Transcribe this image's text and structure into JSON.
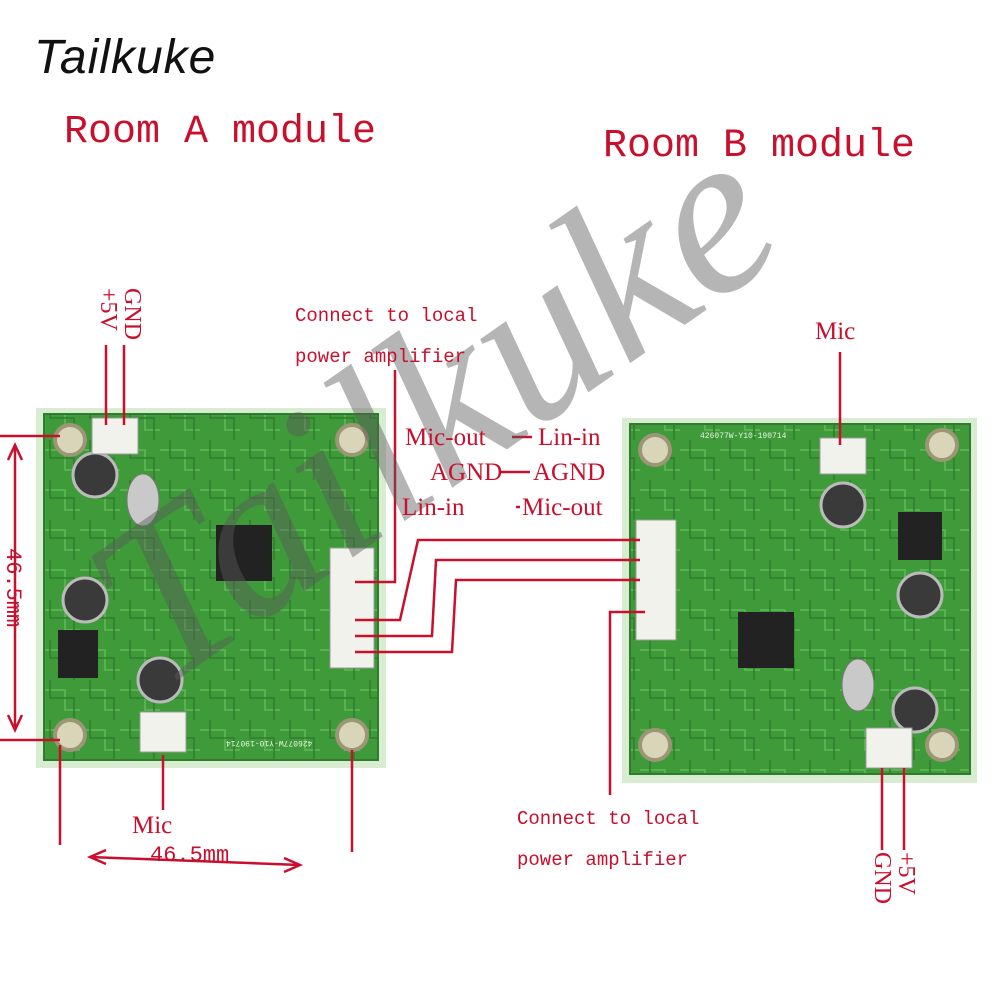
{
  "brand": "Tailkuke",
  "watermark": "Tailkuke",
  "module_a": {
    "title": "Room A module",
    "power_label_1": "GND",
    "power_label_2": "+5V",
    "mic": "Mic",
    "dimension_vertical": "46.5mm",
    "dimension_horizontal": "46.5mm",
    "board_code": "426077W-Y10-190714"
  },
  "module_b": {
    "title": "Room B module",
    "mic": "Mic",
    "power_label_1": "GND",
    "power_label_2": "+5V",
    "board_code": "426077W-Y10-190714"
  },
  "annotations": {
    "amp_top_line1": "Connect to local",
    "amp_top_line2": "power amplifier",
    "amp_bottom_line1": "Connect to local",
    "amp_bottom_line2": "power amplifier",
    "sig1_left": "Mic-out",
    "sig1_right": "Lin-in",
    "sig2_left": "AGND",
    "sig2_right": "AGND",
    "sig3_left": "Lin-in",
    "sig3_right": "Mic-out"
  },
  "colors": {
    "pcb_green": "#3f9a3a",
    "annotation_red": "#c8102e",
    "watermark_gray": "#5a5a5a"
  }
}
